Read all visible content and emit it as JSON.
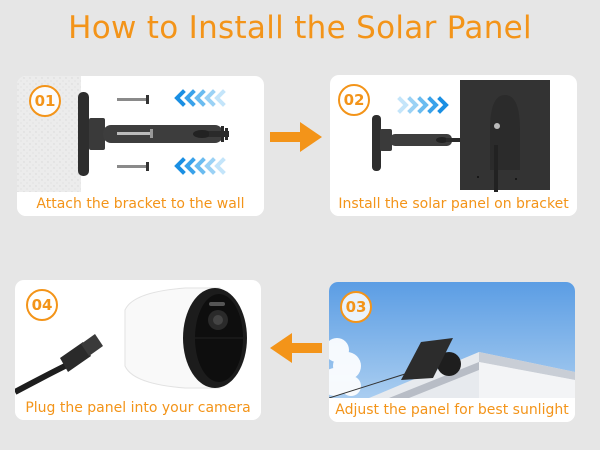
{
  "page": {
    "title": "How to Install the Solar Panel",
    "accent_color": "#f39419",
    "background_color": "#e6e6e6"
  },
  "steps": [
    {
      "number": "01",
      "caption": "Attach the bracket to the wall",
      "illustration": "wall-bracket-with-screws"
    },
    {
      "number": "02",
      "caption": "Install the solar panel on bracket",
      "illustration": "bracket-and-solar-panel"
    },
    {
      "number": "03",
      "caption": "Adjust the panel for best sunlight",
      "illustration": "solar-panel-on-roof-with-camera"
    },
    {
      "number": "04",
      "caption": "Plug the panel into your camera",
      "illustration": "usb-cable-and-camera"
    }
  ],
  "arrows": [
    {
      "from": "01",
      "to": "02",
      "direction": "right"
    },
    {
      "from": "02",
      "to": "03",
      "direction": "down"
    },
    {
      "from": "03",
      "to": "04",
      "direction": "left"
    }
  ]
}
